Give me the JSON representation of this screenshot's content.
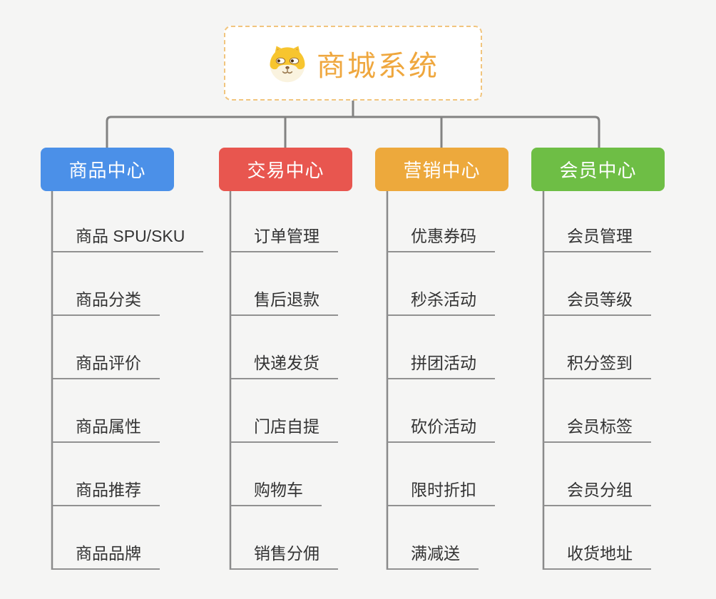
{
  "page": {
    "background_color": "#f5f5f4",
    "connector_color": "#828282",
    "underline_color": "#919191"
  },
  "root": {
    "title": "商城系统",
    "icon": "dog-face-icon",
    "text_color": "#efa73e",
    "border_color": "#f1c57e"
  },
  "branches": [
    {
      "label": "商品中心",
      "color": "#4b90e8",
      "items": [
        "商品 SPU/SKU",
        "商品分类",
        "商品评价",
        "商品属性",
        "商品推荐",
        "商品品牌"
      ]
    },
    {
      "label": "交易中心",
      "color": "#e8564f",
      "items": [
        "订单管理",
        "售后退款",
        "快递发货",
        "门店自提",
        "购物车",
        "销售分佣"
      ]
    },
    {
      "label": "营销中心",
      "color": "#eda93c",
      "items": [
        "优惠券码",
        "秒杀活动",
        "拼团活动",
        "砍价活动",
        "限时折扣",
        "满减送"
      ]
    },
    {
      "label": "会员中心",
      "color": "#6ebe45",
      "items": [
        "会员管理",
        "会员等级",
        "积分签到",
        "会员标签",
        "会员分组",
        "收货地址"
      ]
    }
  ]
}
